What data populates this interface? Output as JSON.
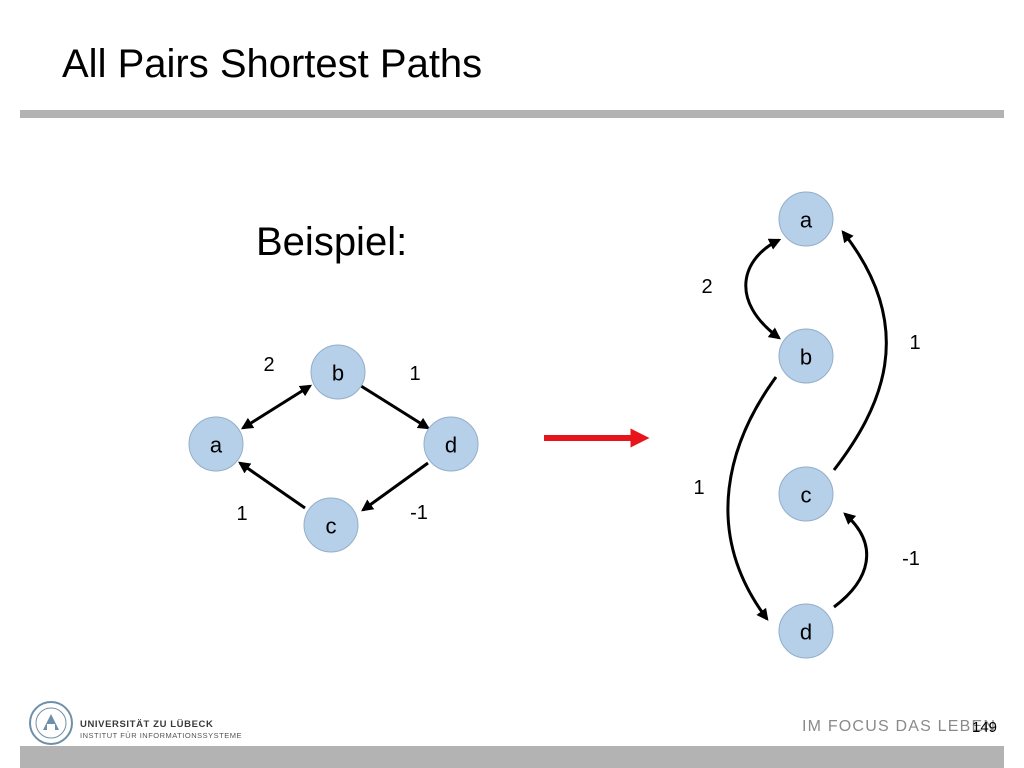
{
  "slide": {
    "title": "All Pairs Shortest Paths",
    "subtitle": "Beispiel:",
    "page_number": "149"
  },
  "footer": {
    "university": "UNIVERSITÄT ZU LÜBECK",
    "institute": "INSTITUT FÜR INFORMATIONSSYSTEME",
    "motto": "IM FOCUS DAS LEBEN"
  },
  "colors": {
    "node_fill": "#b7d0ea",
    "transform_arrow": "#e8141b",
    "rule": "#b3b3b3"
  },
  "graph_left": {
    "nodes": [
      "a",
      "b",
      "c",
      "d"
    ],
    "edges": [
      {
        "from": "a",
        "to": "b",
        "weight": "2",
        "bidirectional": true
      },
      {
        "from": "b",
        "to": "d",
        "weight": "1"
      },
      {
        "from": "d",
        "to": "c",
        "weight": "-1"
      },
      {
        "from": "c",
        "to": "a",
        "weight": "1"
      }
    ]
  },
  "graph_right": {
    "nodes": [
      "a",
      "b",
      "c",
      "d"
    ],
    "edges": [
      {
        "from": "a",
        "to": "b",
        "weight": "2",
        "bidirectional": true
      },
      {
        "from": "c",
        "to": "a",
        "weight": "1"
      },
      {
        "from": "b",
        "to": "d",
        "weight": "1"
      },
      {
        "from": "d",
        "to": "c",
        "weight": "-1"
      }
    ]
  }
}
